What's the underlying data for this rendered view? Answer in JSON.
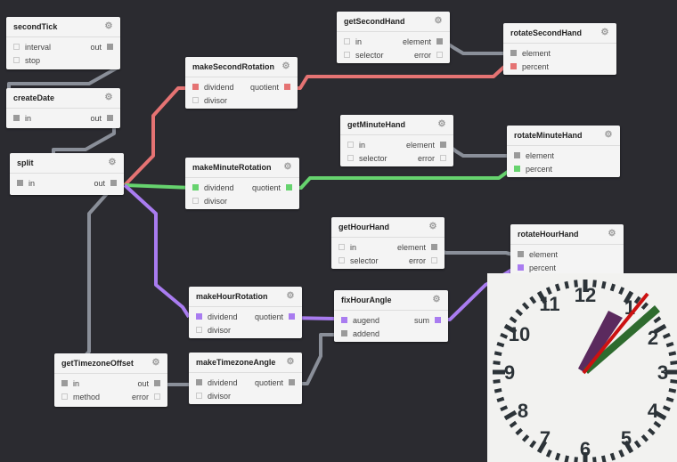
{
  "colors": {
    "background": "#2b2b30",
    "wire_gray": "#8a8f99",
    "wire_red": "#e57373",
    "wire_green": "#66d36e",
    "wire_purple": "#a97cf0",
    "port_gray": "#9a9a9a",
    "clock_face": "#f2f2f0",
    "clock_marks": "#2c3338",
    "hour_hand": "#5b2a5e",
    "minute_hand": "#2e6b2e",
    "second_hand": "#cc1111"
  },
  "nodes": {
    "secondTick": {
      "title": "secondTick",
      "in1": "interval",
      "in2": "stop",
      "out1": "out"
    },
    "createDate": {
      "title": "createDate",
      "in1": "in",
      "out1": "out"
    },
    "split": {
      "title": "split",
      "in1": "in",
      "out1": "out"
    },
    "makeSecondRotation": {
      "title": "makeSecondRotation",
      "in1": "dividend",
      "in2": "divisor",
      "out1": "quotient"
    },
    "makeMinuteRotation": {
      "title": "makeMinuteRotation",
      "in1": "dividend",
      "in2": "divisor",
      "out1": "quotient"
    },
    "makeHourRotation": {
      "title": "makeHourRotation",
      "in1": "dividend",
      "in2": "divisor",
      "out1": "quotient"
    },
    "getSecondHand": {
      "title": "getSecondHand",
      "in1": "in",
      "in2": "selector",
      "out1": "element",
      "out2": "error"
    },
    "getMinuteHand": {
      "title": "getMinuteHand",
      "in1": "in",
      "in2": "selector",
      "out1": "element",
      "out2": "error"
    },
    "getHourHand": {
      "title": "getHourHand",
      "in1": "in",
      "in2": "selector",
      "out1": "element",
      "out2": "error"
    },
    "rotateSecondHand": {
      "title": "rotateSecondHand",
      "in1": "element",
      "in2": "percent"
    },
    "rotateMinuteHand": {
      "title": "rotateMinuteHand",
      "in1": "element",
      "in2": "percent"
    },
    "rotateHourHand": {
      "title": "rotateHourHand",
      "in1": "element",
      "in2": "percent"
    },
    "fixHourAngle": {
      "title": "fixHourAngle",
      "in1": "augend",
      "in2": "addend",
      "out1": "sum"
    },
    "getTimezoneOffset": {
      "title": "getTimezoneOffset",
      "in1": "in",
      "in2": "method",
      "out1": "out",
      "out2": "error"
    },
    "makeTimezoneAngle": {
      "title": "makeTimezoneAngle",
      "in1": "dividend",
      "in2": "divisor",
      "out1": "quotient"
    }
  },
  "clock": {
    "numerals": [
      "12",
      "1",
      "2",
      "3",
      "4",
      "5",
      "6",
      "7",
      "8",
      "9",
      "10",
      "11"
    ]
  }
}
